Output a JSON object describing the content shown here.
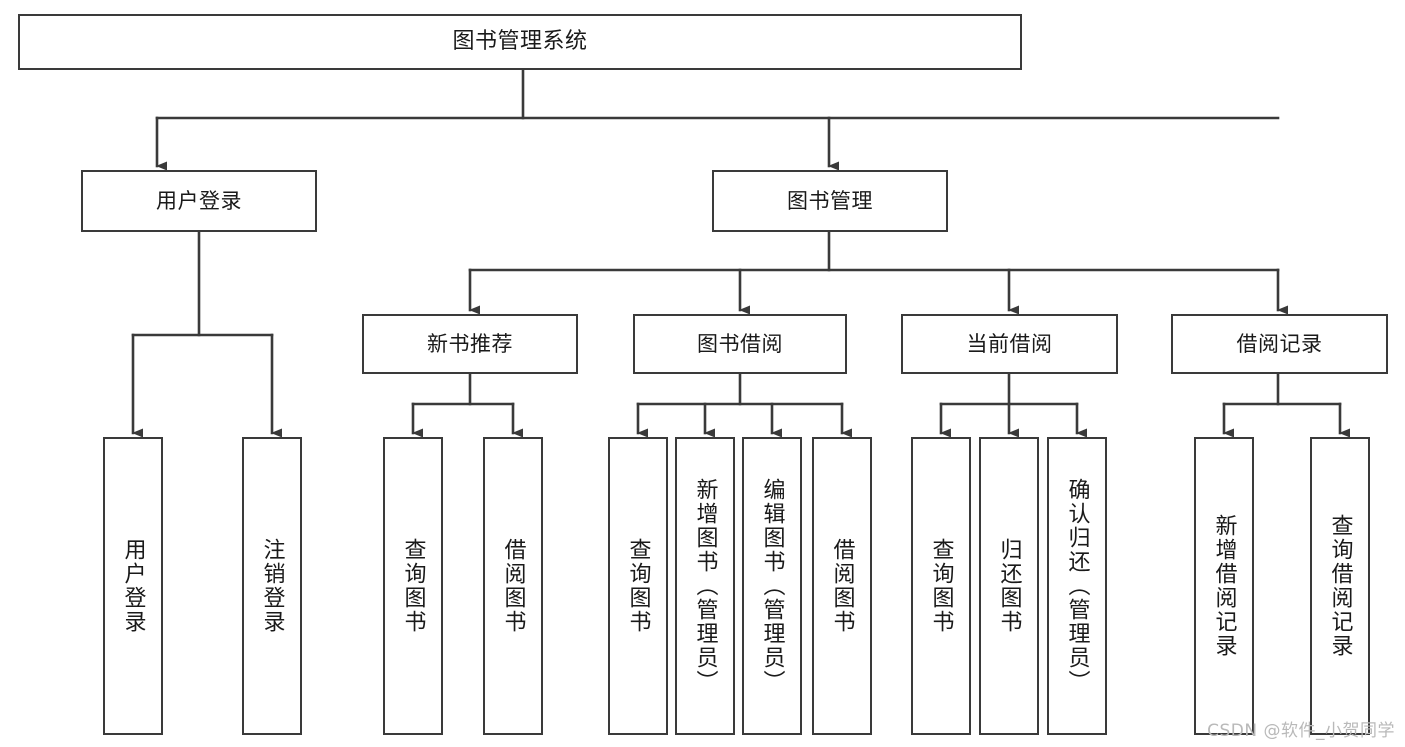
{
  "diagram": {
    "kind": "tree-hierarchy-chart",
    "title": "图书管理系统",
    "watermark": "CSDN @软件_小贺同学",
    "colors": {
      "box_border": "#3a3a3a",
      "box_fill": "#ffffff",
      "connector": "#3a3a3a",
      "text": "#1a1a1a",
      "watermark": "#b9b9b9"
    },
    "root": {
      "label": "图书管理系统"
    },
    "level1": [
      {
        "label": "用户登录"
      },
      {
        "label": "图书管理"
      }
    ],
    "level2": [
      {
        "label": "新书推荐"
      },
      {
        "label": "图书借阅"
      },
      {
        "label": "当前借阅"
      },
      {
        "label": "借阅记录"
      }
    ],
    "leaves": {
      "user_login": [
        {
          "label": "用户登录"
        },
        {
          "label": "注销登录"
        }
      ],
      "new_book_recommend": [
        {
          "label": "查询图书"
        },
        {
          "label": "借阅图书"
        }
      ],
      "book_borrow": [
        {
          "label": "查询图书"
        },
        {
          "label": "新增图书（管理员）"
        },
        {
          "label": "编辑图书（管理员）"
        },
        {
          "label": "借阅图书"
        }
      ],
      "current_borrow": [
        {
          "label": "查询图书"
        },
        {
          "label": "归还图书"
        },
        {
          "label": "确认归还（管理员）"
        }
      ],
      "borrow_record": [
        {
          "label": "新增借阅记录"
        },
        {
          "label": "查询借阅记录"
        }
      ]
    }
  }
}
